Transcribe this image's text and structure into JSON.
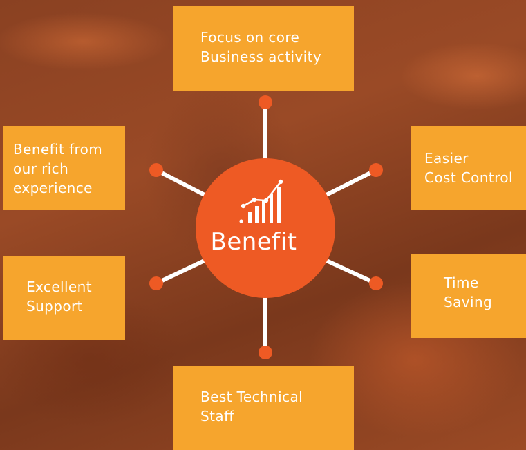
{
  "center": {
    "label": "Benefit",
    "icon": "growth-chart-icon",
    "color": "#ee5a24"
  },
  "colors": {
    "box": "#f6a52d",
    "spoke": "#ffffff",
    "dot": "#ee5a24"
  },
  "benefits": {
    "top": {
      "line1": "Focus on core",
      "line2": "Business activity"
    },
    "upper_left": {
      "line1": "Benefit from",
      "line2": "our rich",
      "line3": "experience"
    },
    "upper_right": {
      "line1": "Easier",
      "line2": "Cost Control"
    },
    "lower_left": {
      "line1": "Excellent",
      "line2": "Support"
    },
    "lower_right": {
      "line1": "Time",
      "line2": "Saving"
    },
    "bottom": {
      "line1": "Best Technical",
      "line2": "Staff"
    }
  }
}
